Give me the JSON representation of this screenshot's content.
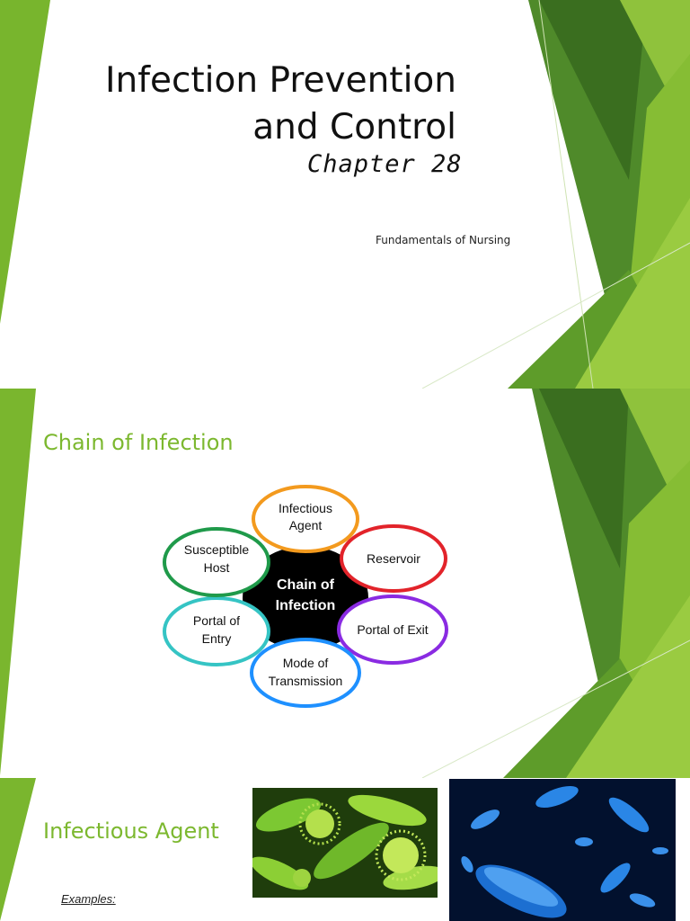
{
  "slide1": {
    "title_line1": "Infection Prevention",
    "title_line2": "and Control",
    "subtitle": "Chapter 28",
    "course": "Fundamentals of Nursing"
  },
  "slide2": {
    "title": "Chain of Infection",
    "diagram": {
      "center_line1": "Chain of",
      "center_line2": "Infection",
      "nodes": [
        {
          "line1": "Infectious",
          "line2": "Agent",
          "color": "#f39a1e"
        },
        {
          "line1": "Reservoir",
          "line2": "",
          "color": "#e2232a"
        },
        {
          "line1": "Portal of Exit",
          "line2": "",
          "color": "#8a2be2"
        },
        {
          "line1": "Mode of",
          "line2": "Transmission",
          "color": "#1e90ff"
        },
        {
          "line1": "Portal of",
          "line2": "Entry",
          "color": "#35c4c4"
        },
        {
          "line1": "Susceptible",
          "line2": "Host",
          "color": "#1f9a4a"
        }
      ]
    }
  },
  "slide3": {
    "title": "Infectious Agent",
    "examples_label": "Examples:"
  },
  "colors": {
    "accent_green": "#7cb82f",
    "dark_green": "#3f7a22",
    "bacteria_blue": "#1c6fd1"
  }
}
